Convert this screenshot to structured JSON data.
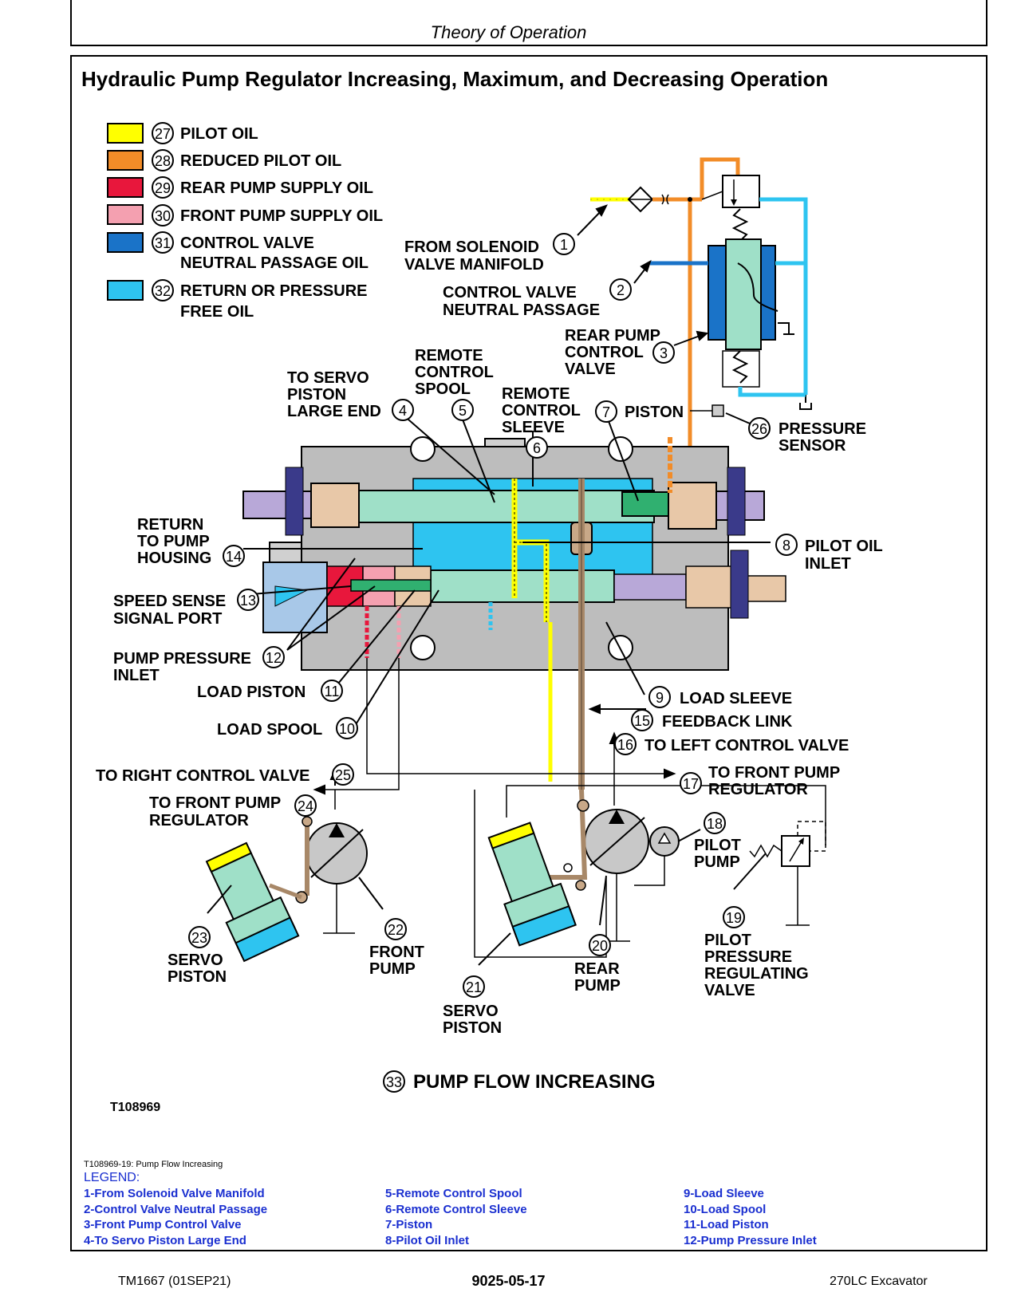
{
  "header": {
    "section": "Theory of Operation"
  },
  "title": "Hydraulic Pump Regulator Increasing, Maximum, and Decreasing Operation",
  "color_key": [
    {
      "num": "27",
      "label1": "PILOT OIL",
      "label2": "",
      "color": "#ffff00"
    },
    {
      "num": "28",
      "label1": "REDUCED PILOT OIL",
      "label2": "",
      "color": "#f28c28"
    },
    {
      "num": "29",
      "label1": "REAR PUMP SUPPLY OIL",
      "label2": "",
      "color": "#e8173c"
    },
    {
      "num": "30",
      "label1": "FRONT PUMP SUPPLY OIL",
      "label2": "",
      "color": "#f4a0b0"
    },
    {
      "num": "31",
      "label1": "CONTROL VALVE",
      "label2": "NEUTRAL PASSAGE OIL",
      "color": "#1a73c8"
    },
    {
      "num": "32",
      "label1": "RETURN OR PRESSURE",
      "label2": "FREE OIL",
      "color": "#2ec4f0"
    }
  ],
  "callouts": {
    "c1": {
      "num": "1",
      "lines": [
        "FROM SOLENOID",
        "VALVE MANIFOLD"
      ]
    },
    "c2": {
      "num": "2",
      "lines": [
        "CONTROL VALVE",
        "NEUTRAL PASSAGE"
      ]
    },
    "c3": {
      "num": "3",
      "lines": [
        "REAR PUMP",
        "CONTROL",
        "VALVE"
      ]
    },
    "c4": {
      "num": "4",
      "lines": [
        "TO SERVO",
        "PISTON",
        "LARGE END"
      ]
    },
    "c5": {
      "num": "5",
      "lines": [
        "REMOTE",
        "CONTROL",
        "SPOOL"
      ]
    },
    "c6": {
      "num": "6",
      "lines": [
        "REMOTE",
        "CONTROL",
        "SLEEVE"
      ]
    },
    "c7": {
      "num": "7",
      "lines": [
        "PISTON"
      ]
    },
    "c8": {
      "num": "8",
      "lines": [
        "PILOT OIL",
        "INLET"
      ]
    },
    "c9": {
      "num": "9",
      "lines": [
        "LOAD SLEEVE"
      ]
    },
    "c10": {
      "num": "10",
      "lines": [
        "LOAD SPOOL"
      ]
    },
    "c11": {
      "num": "11",
      "lines": [
        "LOAD PISTON"
      ]
    },
    "c12": {
      "num": "12",
      "lines": [
        "PUMP PRESSURE",
        "INLET"
      ]
    },
    "c13": {
      "num": "13",
      "lines": [
        "SPEED SENSE",
        "SIGNAL PORT"
      ]
    },
    "c14": {
      "num": "14",
      "lines": [
        "RETURN",
        "TO PUMP",
        "HOUSING"
      ]
    },
    "c15": {
      "num": "15",
      "lines": [
        "FEEDBACK LINK"
      ]
    },
    "c16": {
      "num": "16",
      "lines": [
        "TO LEFT CONTROL VALVE"
      ]
    },
    "c17": {
      "num": "17",
      "lines": [
        "TO FRONT PUMP",
        "REGULATOR"
      ]
    },
    "c18": {
      "num": "18",
      "lines": [
        "PILOT",
        "PUMP"
      ]
    },
    "c19": {
      "num": "19",
      "lines": [
        "PILOT",
        "PRESSURE",
        "REGULATING",
        "VALVE"
      ]
    },
    "c20": {
      "num": "20",
      "lines": [
        "REAR",
        "PUMP"
      ]
    },
    "c21": {
      "num": "21",
      "lines": [
        "SERVO",
        "PISTON"
      ]
    },
    "c22": {
      "num": "22",
      "lines": [
        "FRONT",
        "PUMP"
      ]
    },
    "c23": {
      "num": "23",
      "lines": [
        "SERVO",
        "PISTON"
      ]
    },
    "c24": {
      "num": "24",
      "lines": [
        "TO FRONT PUMP",
        "REGULATOR"
      ]
    },
    "c25": {
      "num": "25",
      "lines": [
        "TO RIGHT CONTROL VALVE"
      ]
    },
    "c26": {
      "num": "26",
      "lines": [
        "PRESSURE",
        "SENSOR"
      ]
    },
    "c33": {
      "num": "33",
      "lines": [
        "PUMP FLOW INCREASING"
      ]
    }
  },
  "figure_id": "T108969",
  "caption": "T108969-19: Pump Flow Increasing",
  "legend": {
    "title": "LEGEND:",
    "col1": [
      "1-From Solenoid Valve Manifold",
      "2-Control Valve Neutral Passage",
      "3-Front Pump Control Valve",
      "4-To Servo Piston Large End"
    ],
    "col2": [
      "5-Remote Control Spool",
      "6-Remote Control Sleeve",
      "7-Piston",
      "8-Pilot Oil Inlet"
    ],
    "col3": [
      "9-Load Sleeve",
      "10-Load Spool",
      "11-Load Piston",
      "12-Pump Pressure Inlet"
    ]
  },
  "footer": {
    "left": "TM1667 (01SEP21)",
    "center": "9025-05-17",
    "right": "270LC Excavator"
  }
}
